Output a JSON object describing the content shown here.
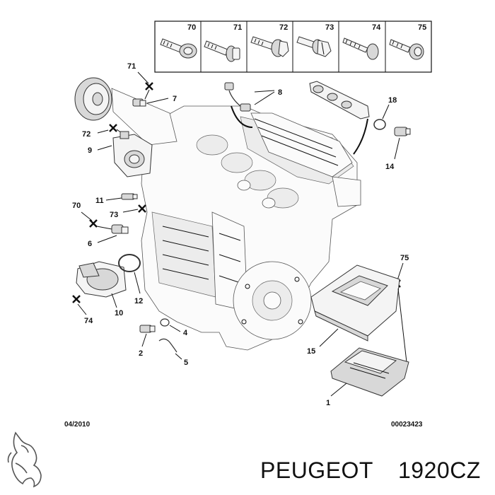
{
  "fastener_box": {
    "numbers": [
      "70",
      "71",
      "72",
      "73",
      "74",
      "75"
    ]
  },
  "callouts": {
    "c1": "1",
    "c2": "2",
    "c4": "4",
    "c5": "5",
    "c6": "6",
    "c7": "7",
    "c8": "8",
    "c9": "9",
    "c10": "10",
    "c11": "11",
    "c12": "12",
    "c14": "14",
    "c15": "15",
    "c18": "18",
    "c70": "70",
    "c71": "71",
    "c72": "72",
    "c73": "73",
    "c74": "74",
    "c75": "75"
  },
  "footer": {
    "date": "04/2010",
    "ref": "00023423"
  },
  "brand": {
    "name": "PEUGEOT",
    "part_number": "1920CZ"
  }
}
